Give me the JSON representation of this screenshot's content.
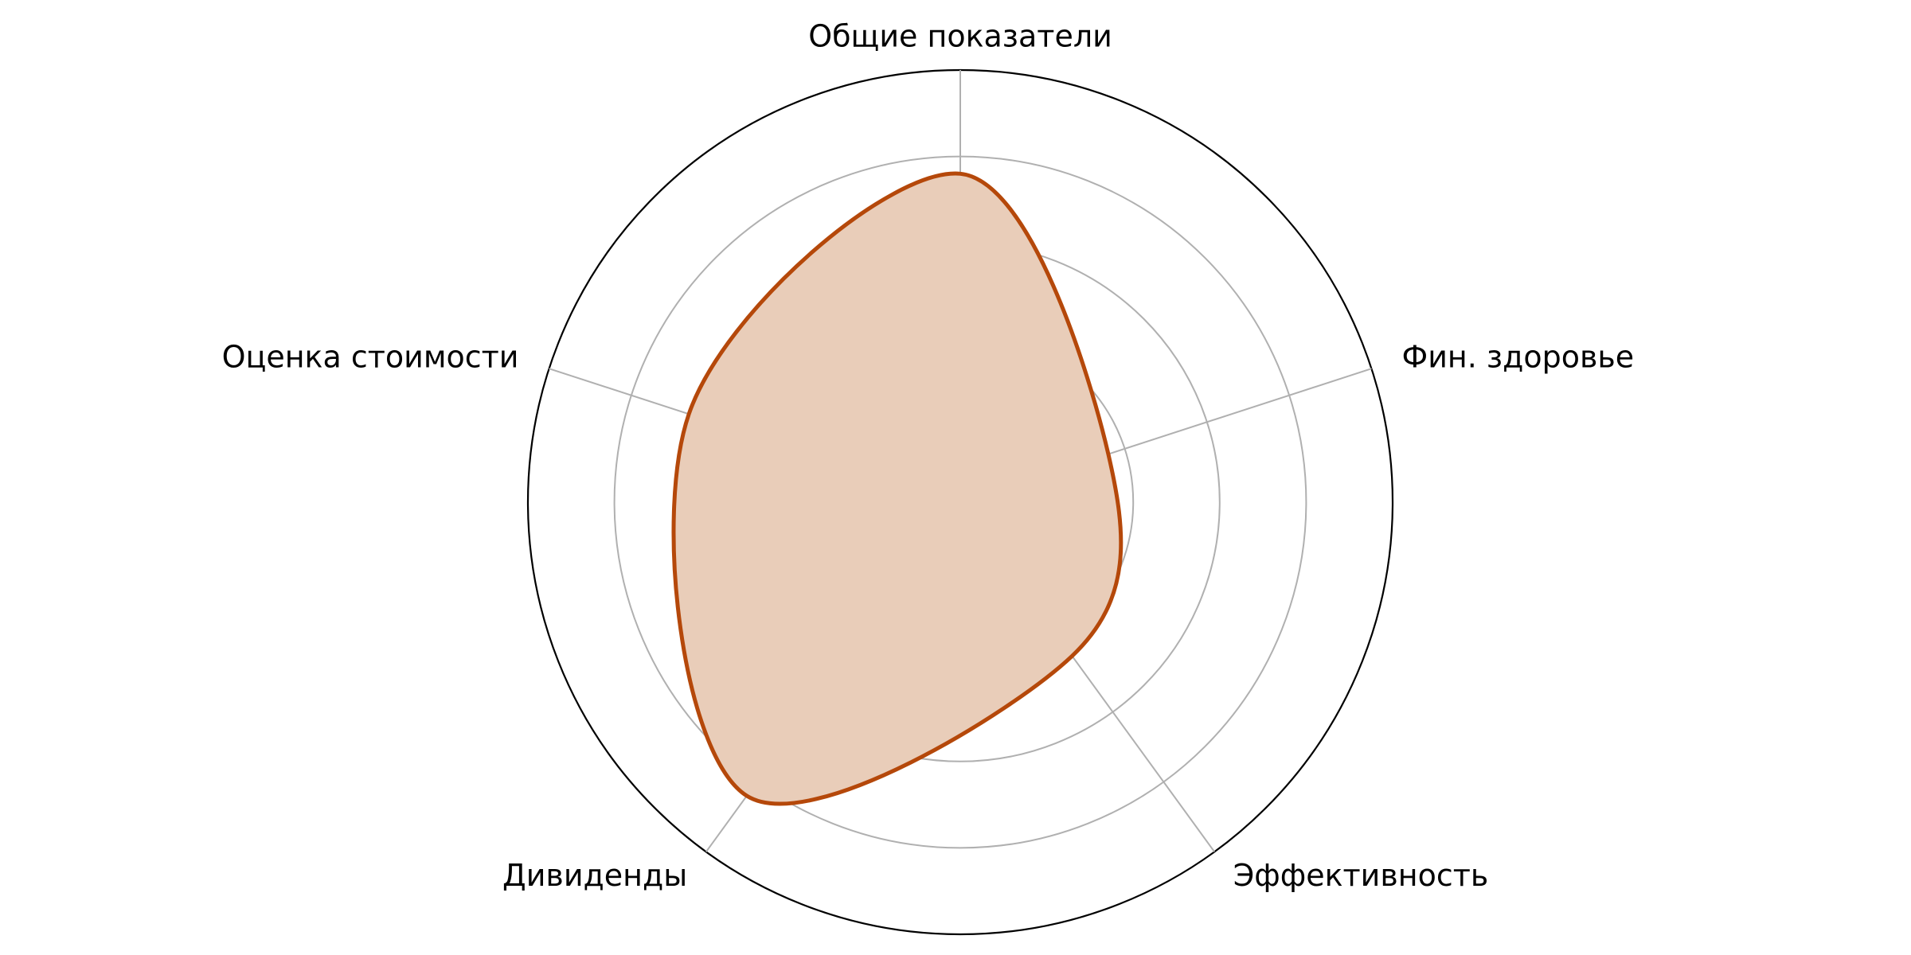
{
  "chart_data": {
    "type": "radar",
    "categories": [
      "Общие показатели",
      "Фин. здоровье",
      "Эффективность",
      "Дивиденды",
      "Оценка стоимости"
    ],
    "series": [
      {
        "values": [
          3.8,
          1.8,
          2.2,
          4.2,
          3.3
        ]
      }
    ],
    "rlim": [
      0,
      5
    ],
    "rings": [
      1,
      2,
      3,
      4,
      5
    ],
    "grid": true,
    "colors": {
      "line": "#b5480a",
      "fill": "#e9cdb9",
      "grid": "#b0b0b0",
      "outer": "#000000"
    }
  }
}
